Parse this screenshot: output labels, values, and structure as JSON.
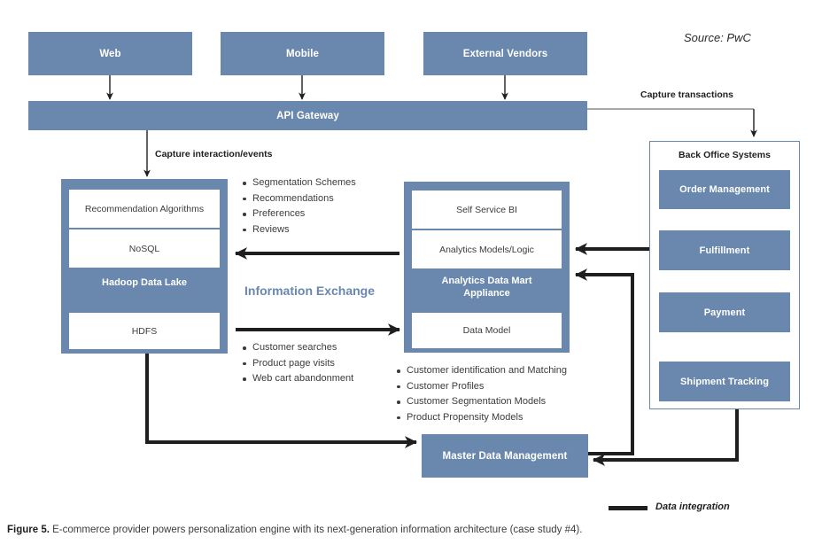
{
  "source_note": "Source: PwC",
  "sources": [
    {
      "label": "Web"
    },
    {
      "label": "Mobile"
    },
    {
      "label": "External Vendors"
    }
  ],
  "gateway": {
    "label": "API Gateway"
  },
  "edge_labels": {
    "capture_transactions": "Capture transactions",
    "capture_interaction": "Capture interaction/events",
    "information_exchange": "Information Exchange"
  },
  "data_lake": {
    "title": "Hadoop Data Lake",
    "rows_top": [
      "Recommendation Algorithms",
      "NoSQL"
    ],
    "rows_bottom": [
      "HDFS"
    ]
  },
  "analytics": {
    "title_line1": "Analytics Data Mart",
    "title_line2": "Appliance",
    "rows_top": [
      "Self Service BI",
      "Analytics Models/Logic"
    ],
    "rows_bottom": [
      "Data Model"
    ]
  },
  "back_office": {
    "title": "Back Office Systems",
    "items": [
      "Order Management",
      "Fulfillment",
      "Payment",
      "Shipment Tracking"
    ]
  },
  "mdm": {
    "label": "Master Data Management"
  },
  "bullets_upper_left": [
    "Segmentation Schemes",
    "Recommendations",
    "Preferences",
    "Reviews"
  ],
  "bullets_lower_left": [
    "Customer searches",
    "Product page visits",
    "Web cart abandonment"
  ],
  "bullets_analytics": [
    "Customer identification and Matching",
    "Customer Profiles",
    "Customer Segmentation Models",
    "Product Propensity Models"
  ],
  "legend": {
    "label": "Data integration"
  },
  "caption": {
    "figure": "Figure 5.",
    "text": " E-commerce provider powers personalization engine with its next-generation information architecture (case study #4)."
  },
  "colors": {
    "block_blue": "#6a87ad",
    "arrow_black": "#1f1f1f",
    "gray_line": "#8c8c8c",
    "text_dark": "#3c3c3c"
  }
}
